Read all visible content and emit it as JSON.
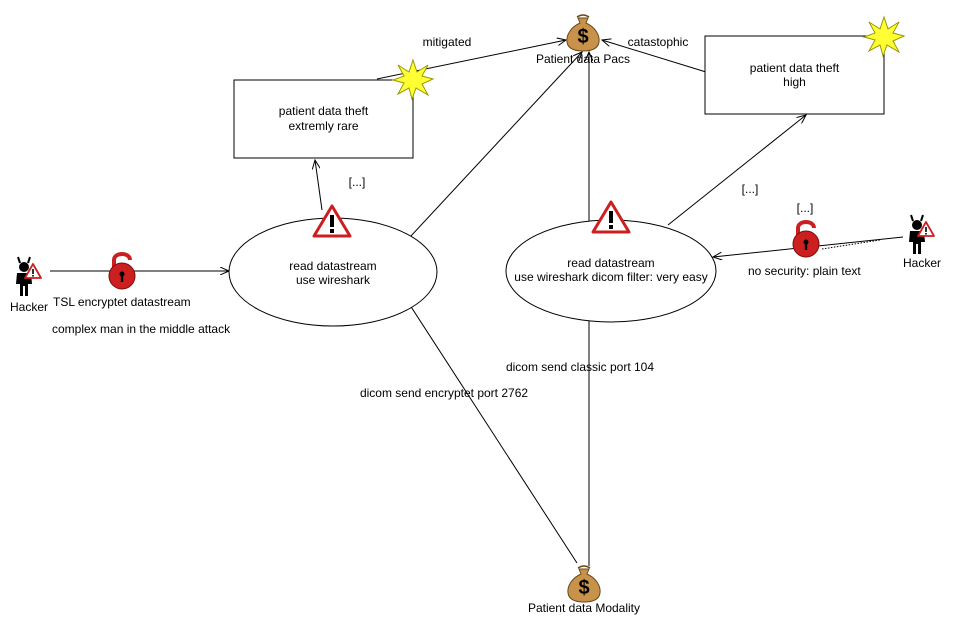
{
  "targets": {
    "pacs": {
      "label": "Patient data Pacs",
      "icon": "money-bag-icon"
    },
    "modality": {
      "label": "Patient data Modality",
      "icon": "money-bag-icon"
    }
  },
  "actors": {
    "left": {
      "label": "Hacker",
      "icon": "hacker-icon"
    },
    "right": {
      "label": "Hacker",
      "icon": "hacker-icon"
    }
  },
  "threats": {
    "rare": {
      "line1": "patient data theft",
      "line2": "extremly rare",
      "icon": "explosion-icon"
    },
    "high": {
      "line1": "patient data theft",
      "line2": "high",
      "icon": "explosion-icon"
    }
  },
  "attacks": {
    "left": {
      "line1": "read datastream",
      "line2": "use wireshark",
      "icon": "warning-icon"
    },
    "right": {
      "line1": "read datastream",
      "line2": "use wireshark dicom filter: very easy",
      "icon": "warning-icon"
    }
  },
  "edges": {
    "mitigated": "mitigated",
    "catastophic": "catastophic",
    "ellipsis_left": "[...]",
    "ellipsis_right": "[...]",
    "ellipsis_right2": "[...]",
    "tsl": "TSL encryptet datastream",
    "complex": "complex man in the middle attack",
    "no_security": "no security: plain text",
    "dicom_classic": "dicom send classic port 104",
    "dicom_encrypted": "dicom send encryptet port 2762"
  },
  "colors": {
    "bag": "#c8924a",
    "lock": "#cc1f1f",
    "warning": "#cc1f1f",
    "explosion": "#ffff33",
    "line": "#000000"
  }
}
